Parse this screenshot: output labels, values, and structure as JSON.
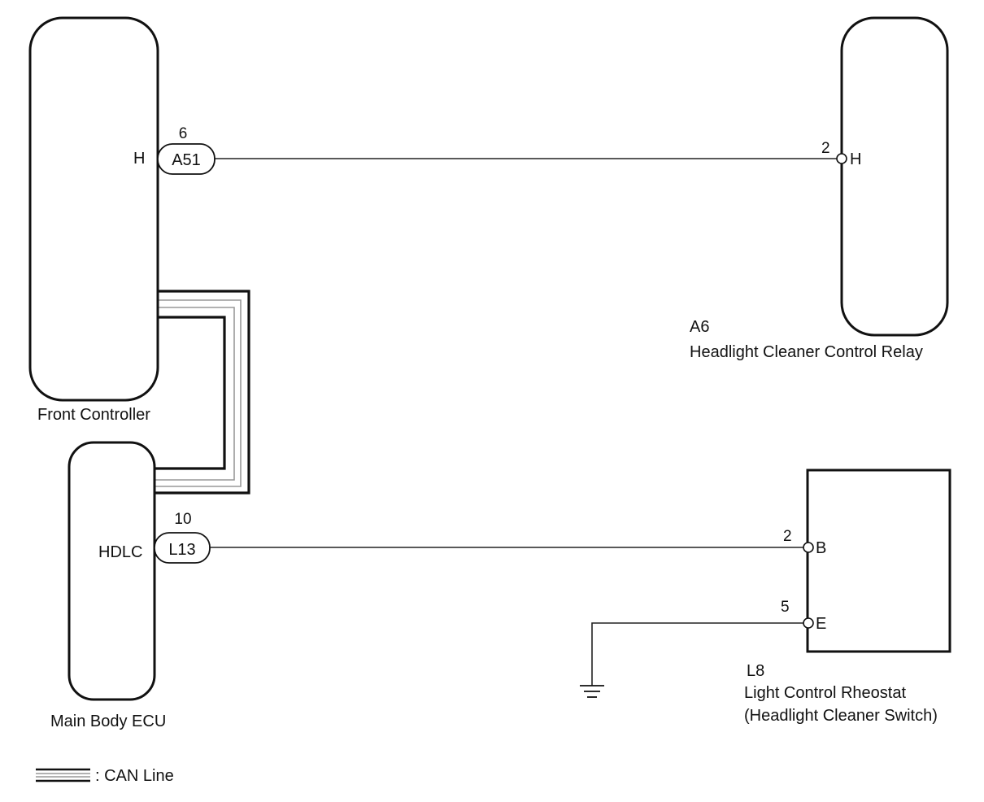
{
  "components": {
    "front_controller": {
      "name": "Front Controller",
      "terminal": "H"
    },
    "main_body_ecu": {
      "name": "Main Body ECU",
      "terminal": "HDLC"
    },
    "relay": {
      "code": "A6",
      "name": "Headlight Cleaner Control Relay",
      "terminal": "H",
      "pin": "2"
    },
    "rheostat": {
      "code": "L8",
      "name_line1": "Light Control Rheostat",
      "name_line2": "(Headlight Cleaner Switch)",
      "terminal_b": "B",
      "pin_b": "2",
      "terminal_e": "E",
      "pin_e": "5"
    }
  },
  "connectors": {
    "a51": {
      "code": "A51",
      "pin": "6"
    },
    "l13": {
      "code": "L13",
      "pin": "10"
    }
  },
  "legend": {
    "text": ": CAN Line"
  },
  "colors": {
    "line": "#111111",
    "can_gray": "#999999",
    "background": "#ffffff"
  }
}
